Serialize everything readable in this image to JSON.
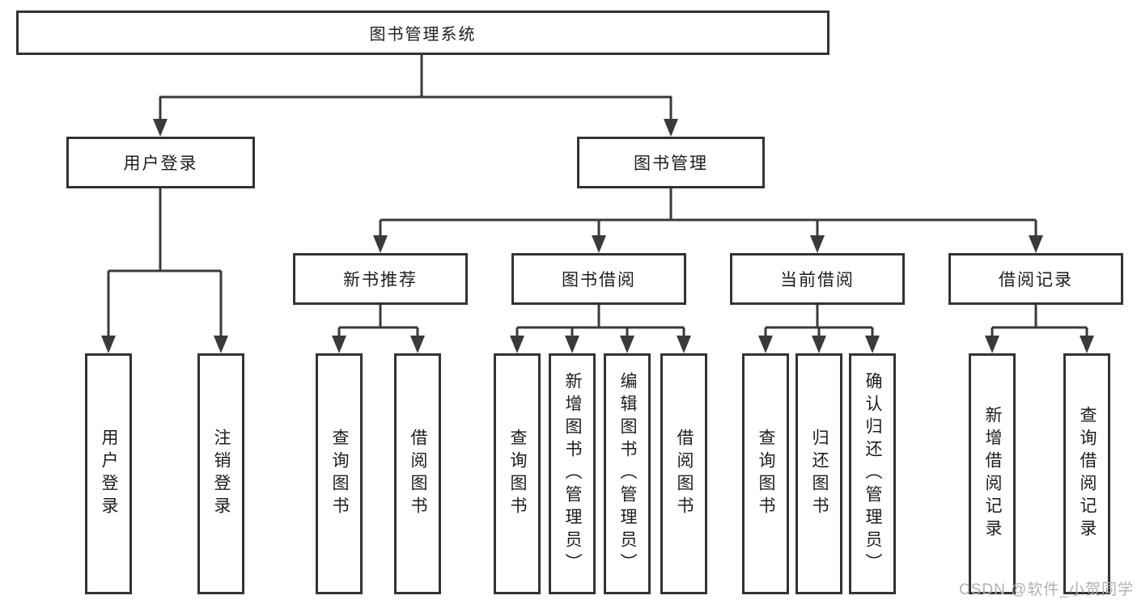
{
  "diagram": {
    "title": "图书管理系统",
    "colors": {
      "line": "#3a3a3a",
      "box_border": "#333333",
      "text": "#1d1d1d",
      "watermark": "#b0b0b0",
      "background": "#ffffff"
    },
    "root": {
      "label": "图书管理系统"
    },
    "level2": [
      {
        "label": "用户登录"
      },
      {
        "label": "图书管理"
      }
    ],
    "level3": [
      {
        "label": "新书推荐"
      },
      {
        "label": "图书借阅"
      },
      {
        "label": "当前借阅"
      },
      {
        "label": "借阅记录"
      }
    ],
    "leaves": {
      "user_login": [
        "用户登录",
        "注销登录"
      ],
      "new_book": [
        "查询图书",
        "借阅图书"
      ],
      "book_borrow": [
        "查询图书",
        "新增图书（管理员）",
        "编辑图书（管理员）",
        "借阅图书"
      ],
      "current_borrow": [
        "查询图书",
        "归还图书",
        "确认归还（管理员）"
      ],
      "borrow_records": [
        "新增借阅记录",
        "查询借阅记录"
      ]
    },
    "watermark": "CSDN @软件_小贺同学"
  }
}
